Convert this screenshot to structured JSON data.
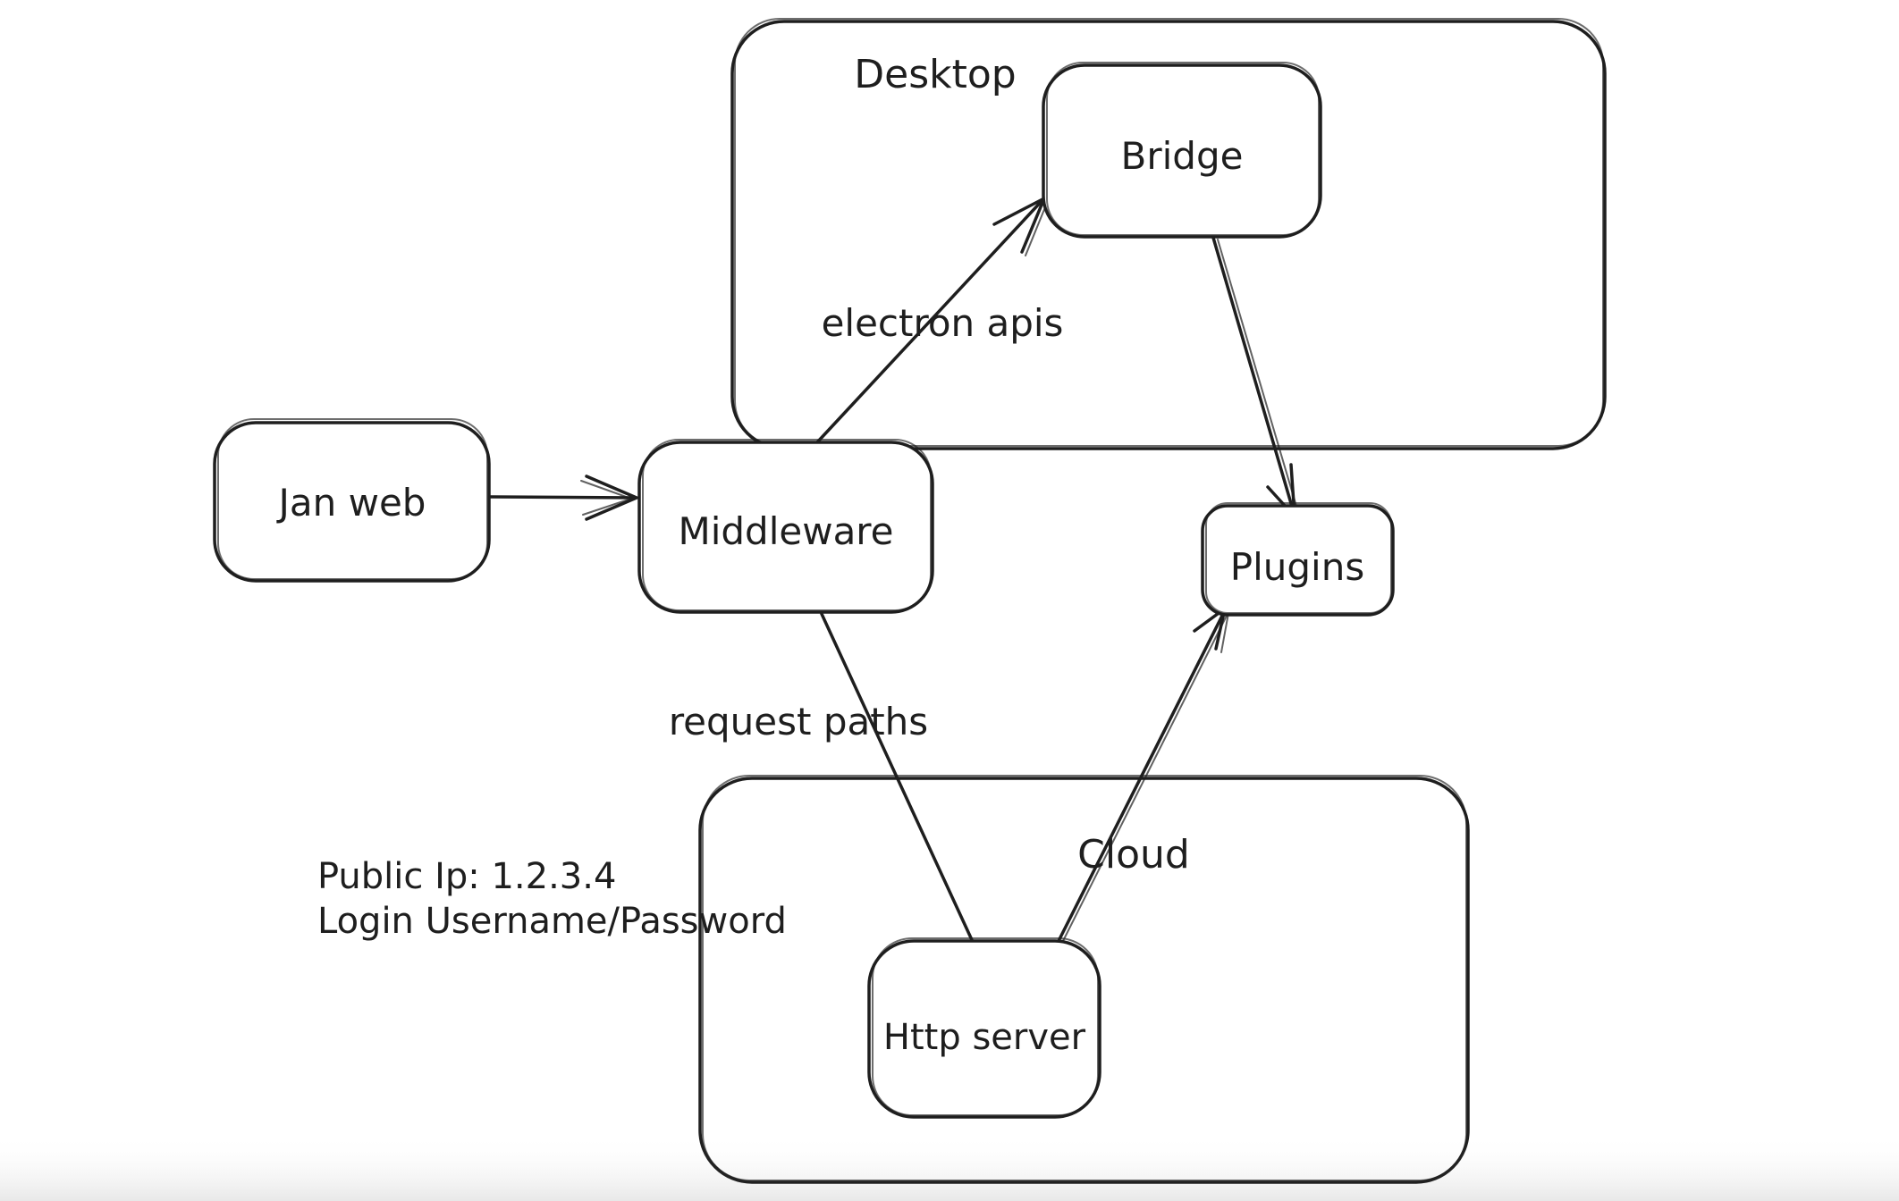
{
  "diagram": {
    "colors": {
      "background": "#ffffff",
      "stroke": "#1e1e1e",
      "bottom_fade": "#e9e9e9"
    },
    "containers": {
      "desktop": {
        "label": "Desktop"
      },
      "cloud": {
        "label": "Cloud"
      }
    },
    "nodes": {
      "jan_web": {
        "label": "Jan web"
      },
      "middleware": {
        "label": "Middleware"
      },
      "bridge": {
        "label": "Bridge"
      },
      "plugins": {
        "label": "Plugins"
      },
      "http_server": {
        "label": "Http server"
      }
    },
    "edges": [
      {
        "from": "jan_web",
        "to": "middleware",
        "label": "",
        "arrowhead": "end"
      },
      {
        "from": "middleware",
        "to": "bridge",
        "label": "electron apis",
        "arrowhead": "end"
      },
      {
        "from": "bridge",
        "to": "plugins",
        "label": "",
        "arrowhead": "end"
      },
      {
        "from": "middleware",
        "to": "http_server",
        "label": "request paths",
        "arrowhead": "none"
      },
      {
        "from": "http_server",
        "to": "plugins",
        "label": "",
        "arrowhead": "end"
      }
    ],
    "annotations": {
      "public_ip": "Public Ip: 1.2.3.4",
      "login": "Login Username/Password"
    }
  }
}
